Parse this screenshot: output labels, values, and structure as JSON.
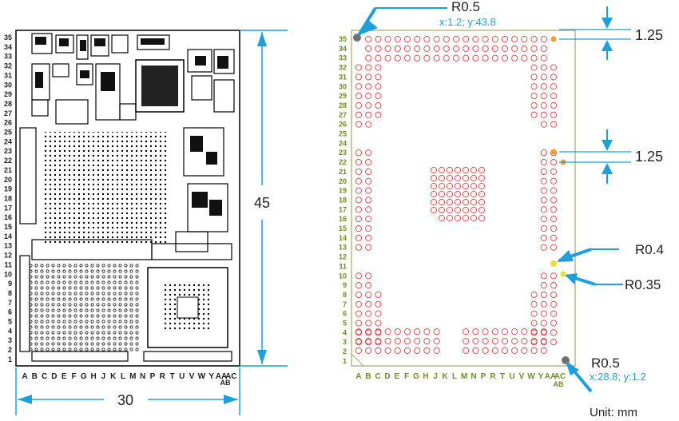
{
  "left_board": {
    "width_dim": "30",
    "height_dim": "45",
    "row_labels": [
      "35",
      "34",
      "33",
      "32",
      "31",
      "30",
      "29",
      "28",
      "27",
      "26",
      "25",
      "24",
      "23",
      "22",
      "21",
      "20",
      "19",
      "18",
      "17",
      "16",
      "15",
      "14",
      "13",
      "12",
      "11",
      "10",
      "9",
      "8",
      "7",
      "6",
      "5",
      "4",
      "3",
      "2",
      "1"
    ],
    "col_labels": [
      "A",
      "B",
      "C",
      "D",
      "E",
      "F",
      "G",
      "H",
      "J",
      "K",
      "L",
      "M",
      "N",
      "P",
      "R",
      "T",
      "U",
      "V",
      "W",
      "Y",
      "AA",
      "AC"
    ],
    "col_label_extra": "AB"
  },
  "right_footprint": {
    "pitch_label_top": "1.25",
    "pitch_label_mid": "1.25",
    "pad_top_left": {
      "radius": "R0.5",
      "coord": "x:1.2; y:43.8"
    },
    "pad_bottom_right": {
      "radius": "R0.5",
      "coord": "x:28.8; y:1.2"
    },
    "pad_r04": "R0.4",
    "pad_r035": "R0.35",
    "row_labels": [
      "35",
      "34",
      "33",
      "32",
      "31",
      "30",
      "29",
      "28",
      "27",
      "26",
      "25",
      "24",
      "23",
      "22",
      "21",
      "20",
      "19",
      "18",
      "17",
      "16",
      "15",
      "14",
      "13",
      "12",
      "11",
      "10",
      "9",
      "8",
      "7",
      "6",
      "5",
      "4",
      "3",
      "2",
      "1"
    ],
    "col_labels": [
      "A",
      "B",
      "C",
      "D",
      "E",
      "F",
      "G",
      "H",
      "J",
      "K",
      "L",
      "M",
      "N",
      "P",
      "R",
      "T",
      "U",
      "V",
      "W",
      "Y",
      "AA",
      "AC"
    ],
    "col_label_extra": "AB",
    "unit": "Unit: mm"
  },
  "colors": {
    "outline": "#a8a46a",
    "label_green": "#6b8e23",
    "pad_red": "#e04040",
    "arrow_blue": "#1ca0dc",
    "pad_orange": "#f0a020",
    "pad_yellow": "#e8e030",
    "pad_grey": "#707070"
  }
}
